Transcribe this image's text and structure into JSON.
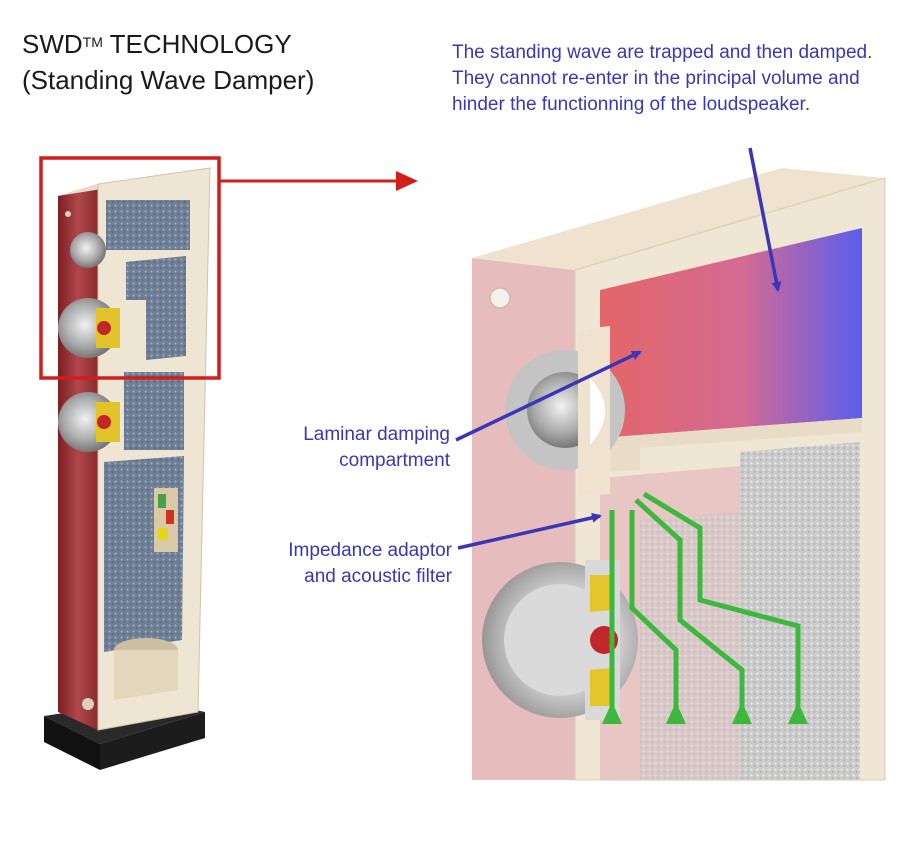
{
  "title": {
    "line1_prefix": "SWD",
    "line1_sup": "TM",
    "line1_suffix": " TECHNOLOGY",
    "line2": "(Standing Wave Damper)"
  },
  "description": "The standing wave are trapped and then damped. They cannot re-enter in the principal volume and hinder the functionning of the loudspeaker.",
  "callouts": {
    "laminar_line1": "Laminar damping",
    "laminar_line2": "compartment",
    "impedance_line1": "Impedance adaptor",
    "impedance_line2": "and acoustic filter"
  },
  "colors": {
    "label_blue": "#3a36b8",
    "zoom_red": "#d21d1d",
    "flow_green": "#3cb83c",
    "cabinet_red": "#a7383c",
    "panel_cream": "#ede3d0",
    "damping_blue": "#4a4ff0",
    "damping_red": "#e05a5a"
  }
}
